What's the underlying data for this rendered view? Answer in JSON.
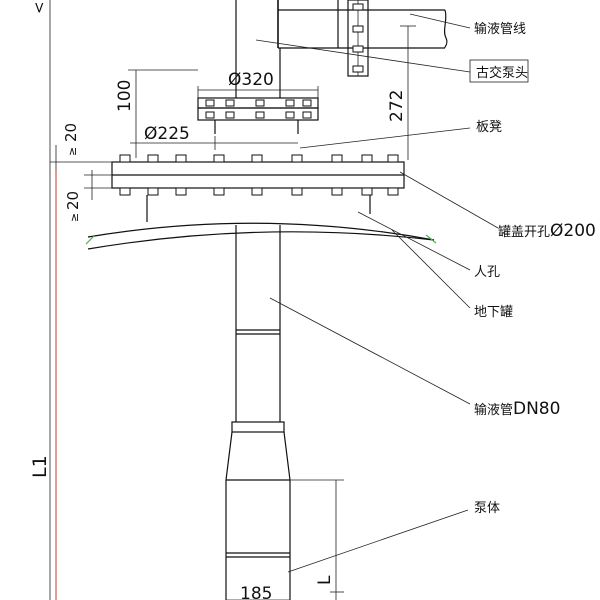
{
  "dimensions": {
    "d320": "Ø320",
    "d225": "Ø225",
    "d100": "100",
    "d272": "272",
    "d20_top": "20",
    "d20_bottom": "20",
    "gt_top": "≥",
    "gt_bottom": "≥",
    "L1": "L1",
    "L": "L",
    "d185": "185"
  },
  "labels": {
    "pipeline": "输液管线",
    "pump_head": "古交泵头",
    "stool": "板凳",
    "lid_hole_prefix": "罐盖开孔",
    "lid_hole_dim": "Ø200",
    "manhole": "人孔",
    "underground_tank": "地下罐",
    "pipe_prefix": "输液管",
    "pipe_dim": "DN80",
    "pump_body": "泵体"
  }
}
